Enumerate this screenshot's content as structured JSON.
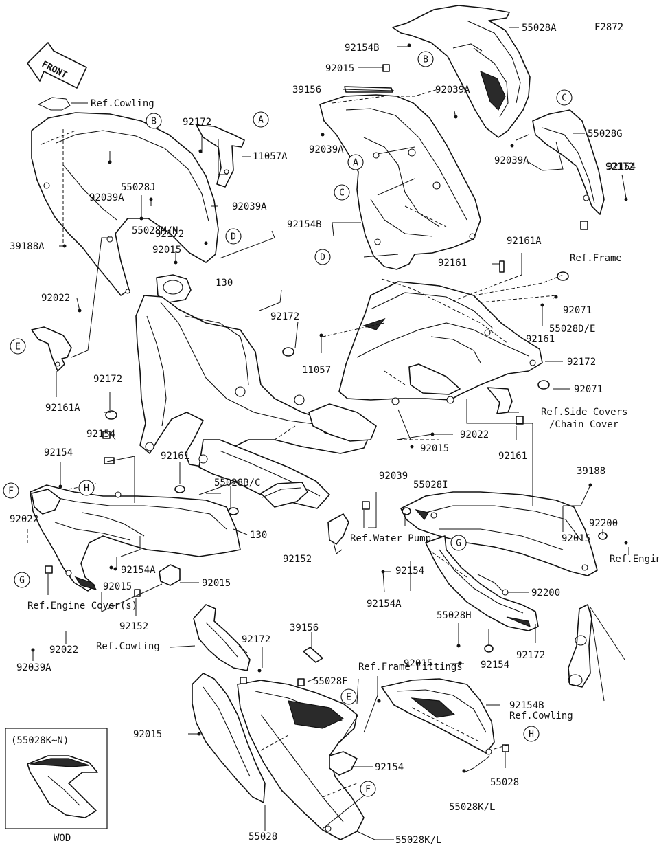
{
  "figure_code": "F2872",
  "front_label": "FRONT",
  "inset": {
    "title": "(55028K~N)",
    "caption": "WOD"
  },
  "labels": {
    "l01": "55028A",
    "l02": "92154B",
    "l03": "92015",
    "l04": "39156",
    "l05": "92039A",
    "l06": "55028G",
    "l07": "92172",
    "l08": "92154",
    "l09": "Ref.Cowling",
    "l10": "92172",
    "l11": "11057A",
    "l12": "92039A",
    "l13": "92039A",
    "l14": "55028J",
    "l15": "92039A",
    "l16": "92039A",
    "l17": "92154B",
    "l18": "92172",
    "l19": "55028M/N",
    "l20": "92015",
    "l21": "39188A",
    "l22": "92161A",
    "l23": "Ref.Frame",
    "l24": "92161",
    "l25": "130",
    "l26": "92022",
    "l27": "92071",
    "l28": "92172",
    "l29": "55028D/E",
    "l30": "92161",
    "l31": "11057",
    "l32": "92172",
    "l33": "92071",
    "l34": "92161A",
    "l35": "92172",
    "l36": "Ref.Side Covers",
    "l37": "/Chain Cover",
    "l38": "92154",
    "l39": "92022",
    "l40": "92015",
    "l41": "92154",
    "l42": "92161",
    "l43": "92161",
    "l44": "39188",
    "l45": "55028B/C",
    "l46": "92039",
    "l47": "55028I",
    "l48": "92022",
    "l49": "130",
    "l50": "Ref.Water Pump",
    "l51": "92015",
    "l52": "92200",
    "l53": "92152",
    "l54": "92154A",
    "l55": "Ref.Engine Cover(s)",
    "l56": "92015",
    "l57": "92015",
    "l58": "92154",
    "l59": "92200",
    "l60": "Ref.Engine Cover(s)",
    "l61": "92154A",
    "l62": "92152",
    "l63": "55028H",
    "l64": "39156",
    "l65": "Ref.Cowling",
    "l66": "92172",
    "l67": "92022",
    "l68": "92154",
    "l69": "92172",
    "l70": "92015",
    "l71": "92039A",
    "l72": "55028F",
    "l73": "Ref.Frame Fittings",
    "l74": "92154B",
    "l75": "Ref.Cowling",
    "l76": "92015",
    "l77": "92154",
    "l78": "55028",
    "l79": "55028K/L"
  },
  "callouts": {
    "c01": "B",
    "c02": "C",
    "c03": "A",
    "c04": "B",
    "c05": "A",
    "c06": "C",
    "c07": "D",
    "c08": "D",
    "c09": "E",
    "c10": "F",
    "c11": "H",
    "c12": "G",
    "c13": "G",
    "c14": "E",
    "c15": "F",
    "c16": "H"
  }
}
